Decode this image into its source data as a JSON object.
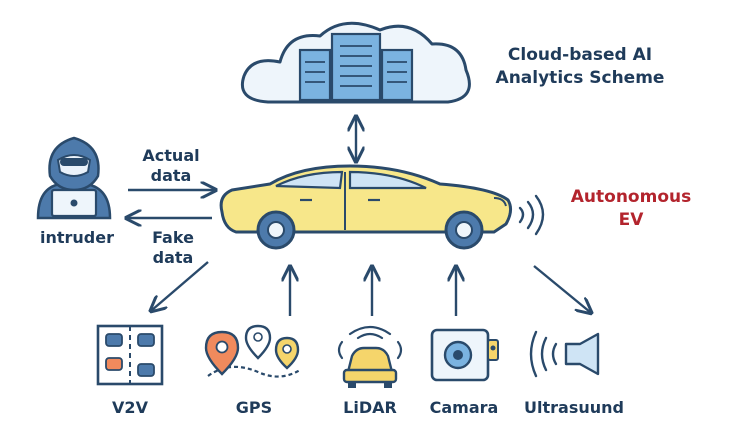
{
  "cloud": {
    "title_line1": "Cloud-based AI",
    "title_line2": "Analytics Scheme"
  },
  "ev": {
    "line1": "Autonomous",
    "line2": "EV"
  },
  "intruder": {
    "label": "intruder",
    "actual_line1": "Actual",
    "actual_line2": "data",
    "fake_line1": "Fake",
    "fake_line2": "data"
  },
  "sensors": [
    {
      "label": "V2V",
      "icon": "v2v-icon"
    },
    {
      "label": "GPS",
      "icon": "gps-icon"
    },
    {
      "label": "LiDAR",
      "icon": "lidar-icon"
    },
    {
      "label": "Camara",
      "icon": "camera-icon"
    },
    {
      "label": "Ultrasuund",
      "icon": "ultrasound-icon"
    }
  ],
  "colors": {
    "outline": "#2a4a6b",
    "car_body": "#f7e78a",
    "cloud_fill": "#eef5fb",
    "server": "#7bb3e0",
    "accent_red": "#b3242d",
    "pin_orange": "#f08a5d",
    "pin_yellow": "#f5d56b"
  }
}
